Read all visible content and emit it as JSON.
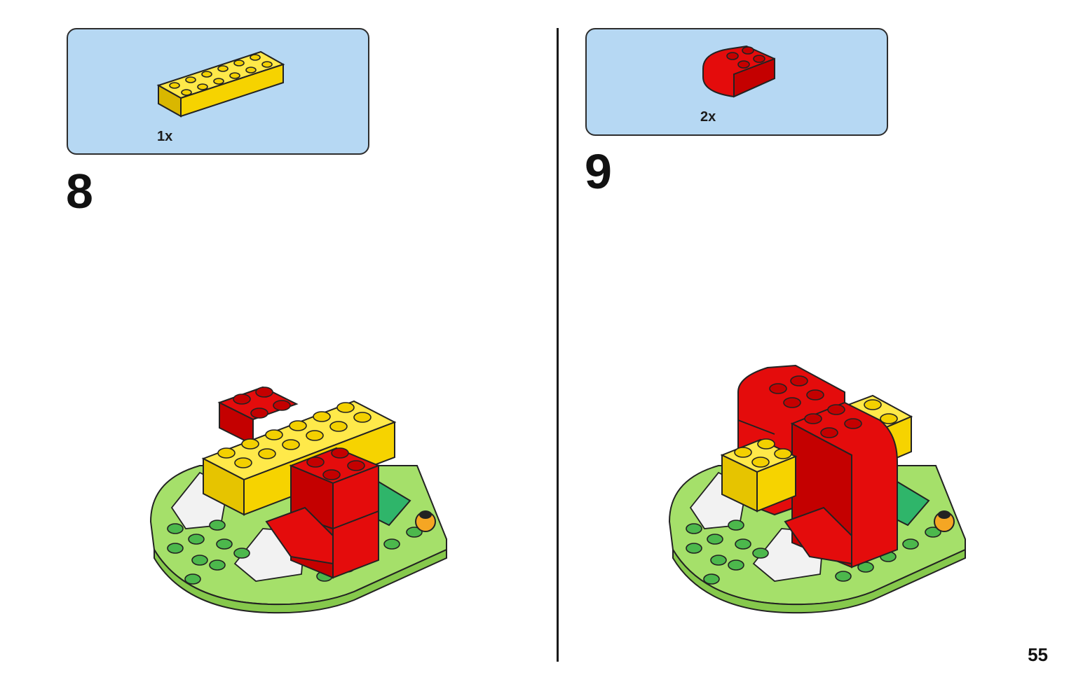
{
  "steps": [
    {
      "number": "8",
      "part_quantity": "1x",
      "part": "yellow-brick-2x6-icon"
    },
    {
      "number": "9",
      "part_quantity": "2x",
      "part": "red-curved-brick-icon"
    }
  ],
  "page_number": "55",
  "colors": {
    "callout_bg": "#b6d8f3",
    "yellow": "#ffe100",
    "red": "#e40c0c",
    "lime": "#a5e06a",
    "green_stud": "#4cb84c",
    "teal": "#2fb56a"
  }
}
